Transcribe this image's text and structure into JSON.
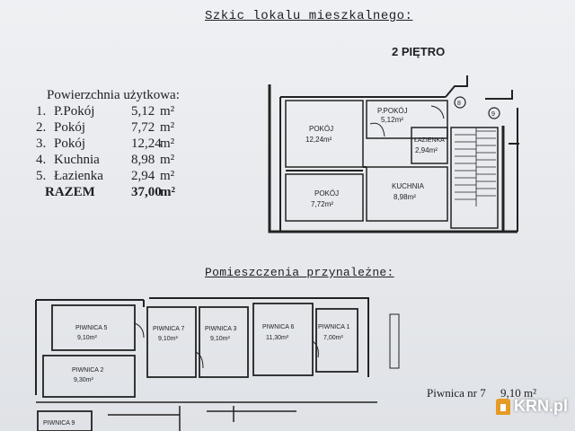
{
  "title": "Szkic lokalu mieszkalnego:",
  "floor": "2 PIĘTRO",
  "usable_area": {
    "header": "Powierzchnia użytkowa:",
    "rows": [
      {
        "no": "1.",
        "name": "P.Pokój",
        "value": "5,12",
        "unit": "m²"
      },
      {
        "no": "2.",
        "name": "Pokój",
        "value": "7,72",
        "unit": "m²"
      },
      {
        "no": "3.",
        "name": "Pokój",
        "value": "12,24",
        "unit": "m²"
      },
      {
        "no": "4.",
        "name": "Kuchnia",
        "value": "8,98",
        "unit": "m²"
      },
      {
        "no": "5.",
        "name": "Łazienka",
        "value": "2,94",
        "unit": "m²"
      }
    ],
    "total": {
      "name": "RAZEM",
      "value": "37,00",
      "unit": "m²"
    }
  },
  "floor_plan_labels": {
    "room1_name": "POKÓJ",
    "room1_area": "12,24m²",
    "room2_name": "P.POKÓJ",
    "room2_area": "5,12m²",
    "room3_name": "ŁAZIENKA",
    "room3_area": "2,94m²",
    "room4_name": "POKÓJ",
    "room4_area": "7,72m²",
    "room5_name": "KUCHNIA",
    "room5_area": "8,98m²",
    "num8": "8",
    "num9": "9"
  },
  "accessory_title": "Pomieszczenia przynależne:",
  "basements": [
    {
      "name": "PIWNICA 5",
      "area": "9,10m²"
    },
    {
      "name": "PIWNICA 2",
      "area": "9,30m²"
    },
    {
      "name": "PIWNICA 7",
      "area": "9,10m²"
    },
    {
      "name": "PIWNICA 3",
      "area": "9,10m²"
    },
    {
      "name": "PIWNICA 6",
      "area": "11,30m²"
    },
    {
      "name": "PIWNICA 1",
      "area": "7,00m²"
    },
    {
      "name": "PIWNICA 9",
      "area": ""
    }
  ],
  "basement_note": "Piwnica nr 7     9,10 m²",
  "watermark": "KRN.pl"
}
